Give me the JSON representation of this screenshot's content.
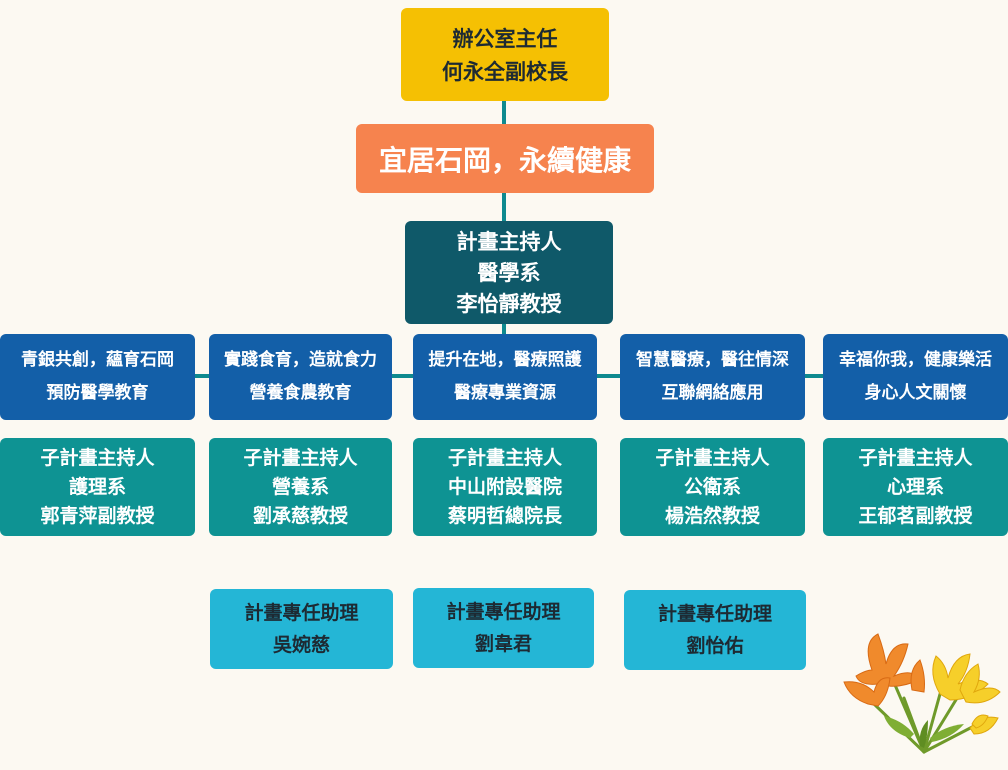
{
  "director": {
    "line1": "辦公室主任",
    "line2": "何永全副校長"
  },
  "slogan": "宜居石岡，永續健康",
  "pi": {
    "line1": "計畫主持人",
    "line2": "醫學系",
    "line3": "李怡靜教授"
  },
  "themes": [
    {
      "line1": "青銀共創，蘊育石岡",
      "line2": "預防醫學教育"
    },
    {
      "line1": "實踐食育，造就食力",
      "line2": "營養食農教育"
    },
    {
      "line1": "提升在地，醫療照護",
      "line2": "醫療專業資源"
    },
    {
      "line1": "智慧醫療，醫往情深",
      "line2": "互聯網絡應用"
    },
    {
      "line1": "幸福你我，健康樂活",
      "line2": "身心人文關懷"
    }
  ],
  "subprojects": [
    {
      "role": "子計畫主持人",
      "dept": "護理系",
      "name": "郭青萍副教授"
    },
    {
      "role": "子計畫主持人",
      "dept": "營養系",
      "name": "劉承慈教授"
    },
    {
      "role": "子計畫主持人",
      "dept": "中山附設醫院",
      "name": "蔡明哲總院長"
    },
    {
      "role": "子計畫主持人",
      "dept": "公衛系",
      "name": "楊浩然教授"
    },
    {
      "role": "子計畫主持人",
      "dept": "心理系",
      "name": "王郁茗副教授"
    }
  ],
  "assistants": [
    {
      "role": "計畫專任助理",
      "name": "吳婉慈"
    },
    {
      "role": "計畫專任助理",
      "name": "劉韋君"
    },
    {
      "role": "計畫專任助理",
      "name": "劉怡佑"
    }
  ],
  "colors": {
    "director": "#f5c003",
    "slogan": "#f6834e",
    "pi": "#0f5969",
    "theme": "#135fa8",
    "subproject": "#0e9393",
    "assistant": "#24b6d6",
    "connector": "#0e8a8f",
    "background": "#fcf9f2"
  },
  "decoration": "orange-yellow-flower-bouquet"
}
